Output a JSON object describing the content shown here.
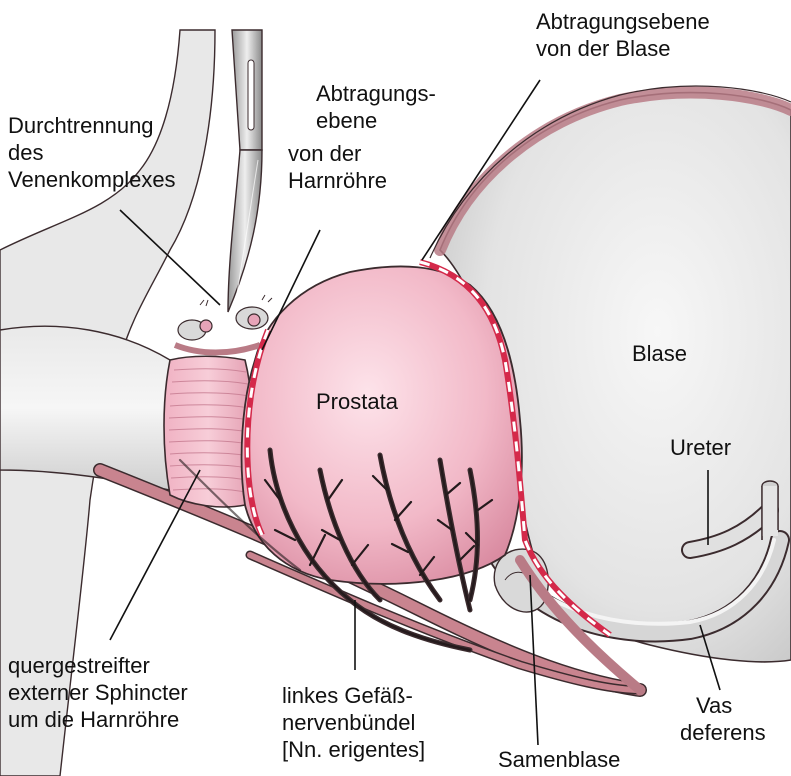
{
  "labels": {
    "abtragungsebene_blase": [
      "Abtragungsebene",
      "von der Blase"
    ],
    "abtragungsebene_harnroehre": [
      "Abtragungs-",
      "ebene",
      "von der",
      "Harnröhre"
    ],
    "durchtrennung": [
      "Durchtrennung",
      "des",
      "Venenkomplexes"
    ],
    "blase": "Blase",
    "prostata": "Prostata",
    "ureter": "Ureter",
    "sphincter": [
      "quergestreifter",
      "externer Sphincter",
      "um die Harnröhre"
    ],
    "nervenbuendel": [
      "linkes Gefäß-",
      "nervenbündel",
      "[Nn. erigentes]"
    ],
    "samenblase": "Samenblase",
    "vas_deferens": [
      "Vas",
      "deferens"
    ]
  },
  "colors": {
    "tissue_pink": "#f1b9c9",
    "muscle_wall": "#b97b86",
    "bladder_grey": "#e6e6e6",
    "outline": "#3b2b2e",
    "cut_line_red": "#d4294a",
    "cut_line_white": "#ffffff",
    "nerve_dark": "#241a1c"
  },
  "icons": {
    "scalpel": "scalpel-icon"
  }
}
